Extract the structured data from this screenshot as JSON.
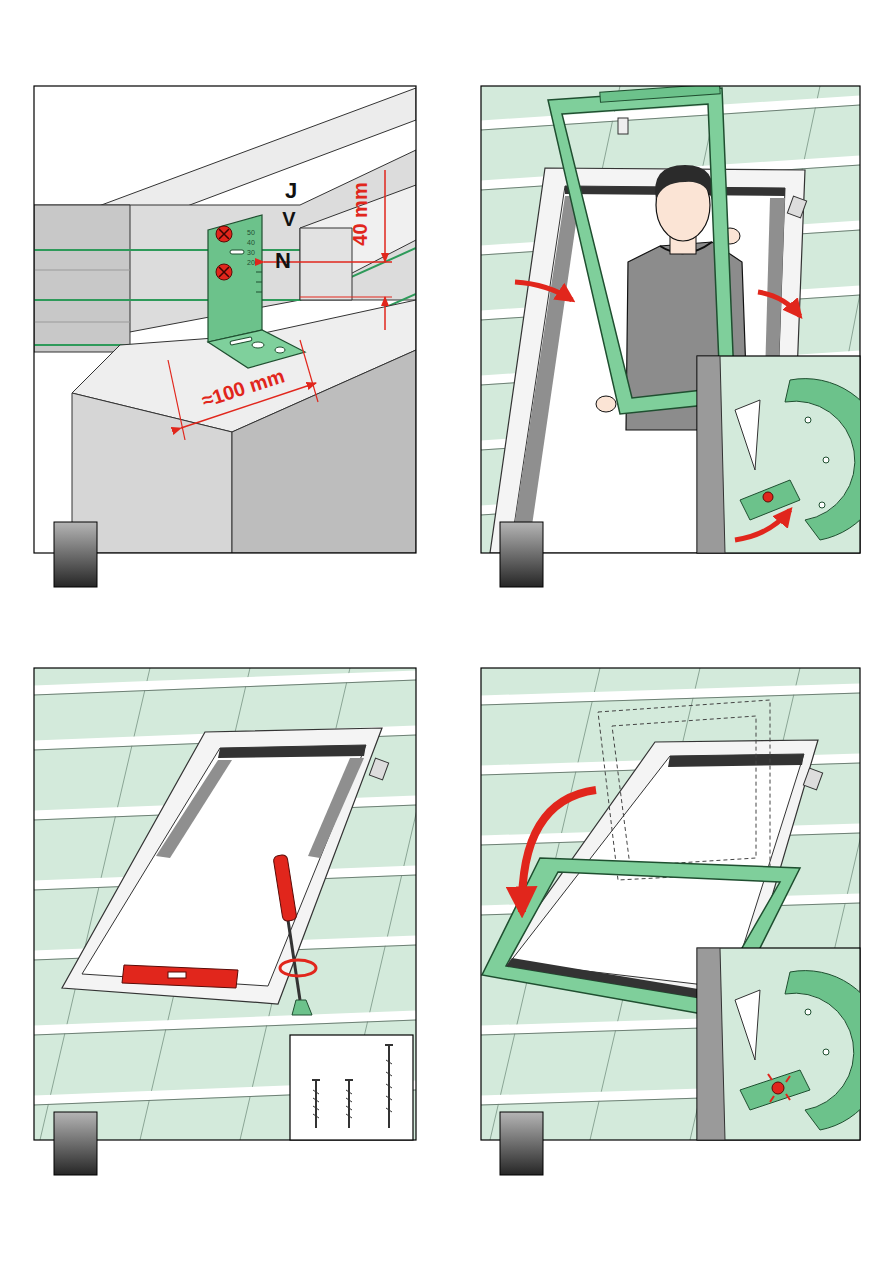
{
  "diagram": {
    "labels": [
      "J",
      "V",
      "N",
      "50",
      "40",
      "30",
      "20",
      "40 mm",
      "≈100 mm"
    ]
  }
}
